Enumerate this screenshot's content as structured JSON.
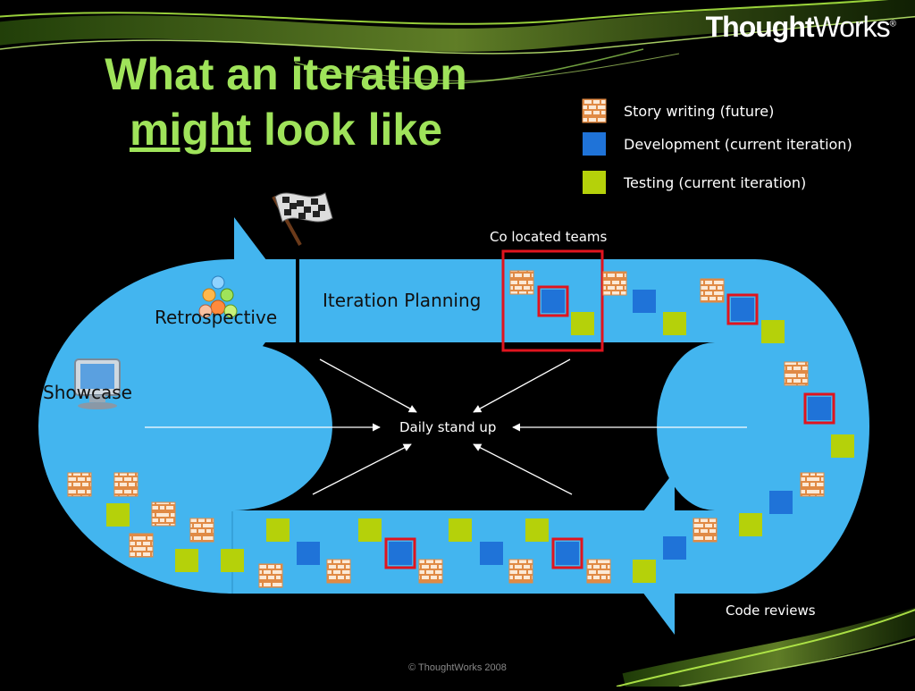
{
  "brand": {
    "name_bold": "Thought",
    "name_regular": "Works",
    "mark": "®"
  },
  "title": {
    "line1": "What an iteration",
    "line2_underlined": "might",
    "line2_rest": " look like"
  },
  "legend": [
    {
      "label": "Story writing (future)",
      "icon": "brick-square-icon",
      "color": "#f7e2cc"
    },
    {
      "label": "Development (current iteration)",
      "icon": "blue-square-icon",
      "color": "#1f73d8"
    },
    {
      "label": "Testing (current iteration)",
      "icon": "green-square-icon",
      "color": "#b5d10a"
    }
  ],
  "diagram": {
    "loop_color": "#43b5ef",
    "highlight_color": "#e0141e",
    "labels": {
      "iteration_planning": "Iteration Planning",
      "retrospective": "Retrospective",
      "showcase": "Showcase",
      "daily_standup": "Daily stand up",
      "co_located": "Co located teams",
      "code_reviews": "Code reviews"
    }
  },
  "footer": "© ThoughtWorks 2008"
}
